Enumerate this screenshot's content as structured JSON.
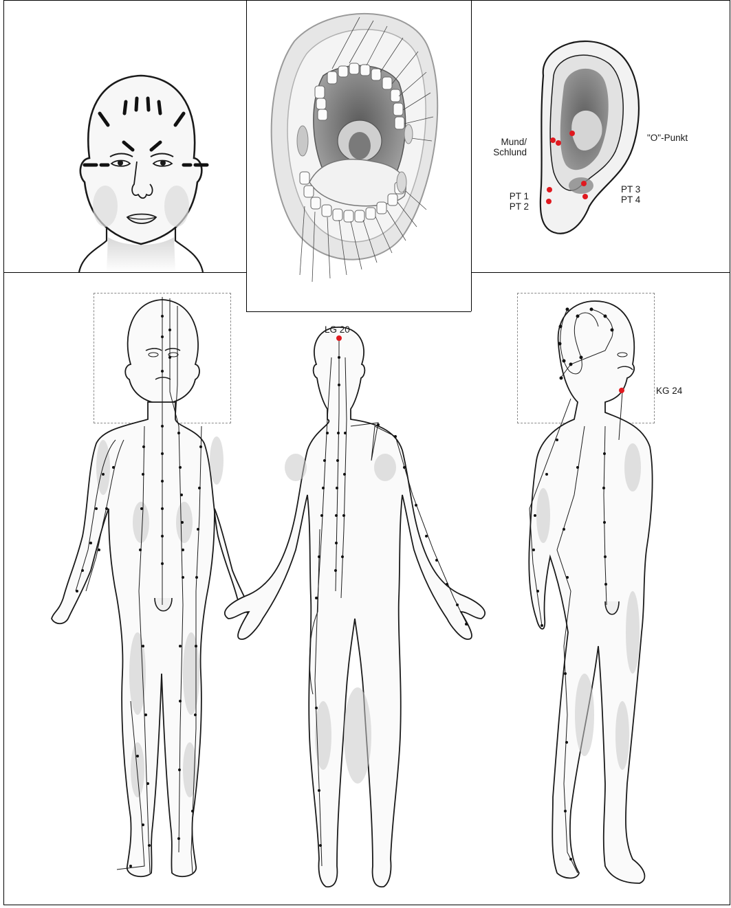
{
  "ear": {
    "mouth_throat_label_line1": "Mund/",
    "mouth_throat_label_line2": "Schlund",
    "o_point_label": "\"O\"-Punkt",
    "pt1_label": "PT 1",
    "pt2_label": "PT 2",
    "pt3_label": "PT 3",
    "pt4_label": "PT 4"
  },
  "back_view": {
    "lg20_label": "LG 20"
  },
  "side_view": {
    "kg24_label": "KG 24"
  },
  "colors": {
    "point_red": "#e0191f",
    "meridian_dot": "#111111",
    "skin_shade": "#c9c9c9",
    "outline": "#1a1a1a"
  }
}
